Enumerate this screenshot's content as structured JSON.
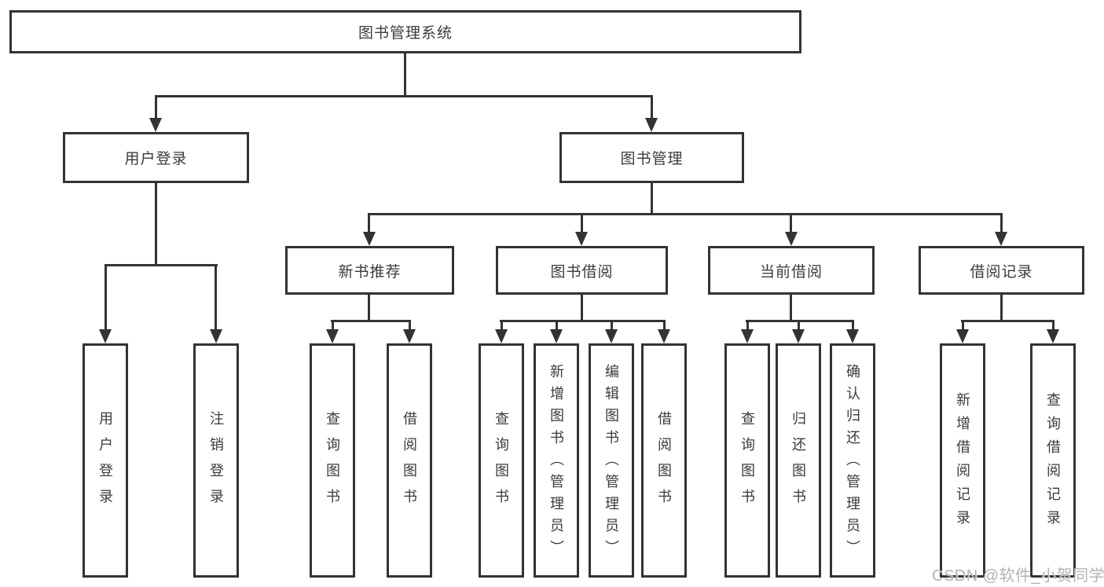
{
  "colors": {
    "background": "#ffffff",
    "line": "#333333",
    "box_border": "#333333",
    "text": "#3b3b3b",
    "watermark": "#b3b3b3"
  },
  "tree": {
    "root": {
      "label": "图书管理系统"
    },
    "user": {
      "label": "用户登录",
      "children": [
        "用户登录",
        "注销登录"
      ]
    },
    "book": {
      "label": "图书管理",
      "groups": [
        {
          "label": "新书推荐",
          "children": [
            "查询图书",
            "借阅图书"
          ]
        },
        {
          "label": "图书借阅",
          "children": [
            "查询图书",
            "新增图书（管理员）",
            "编辑图书（管理员）",
            "借阅图书"
          ]
        },
        {
          "label": "当前借阅",
          "children": [
            "查询图书",
            "归还图书",
            "确认归还（管理员）"
          ]
        },
        {
          "label": "借阅记录",
          "children": [
            "新增借阅记录",
            "查询借阅记录"
          ]
        }
      ]
    }
  },
  "watermark": {
    "text": "CSDN @软件_小贺同学"
  }
}
